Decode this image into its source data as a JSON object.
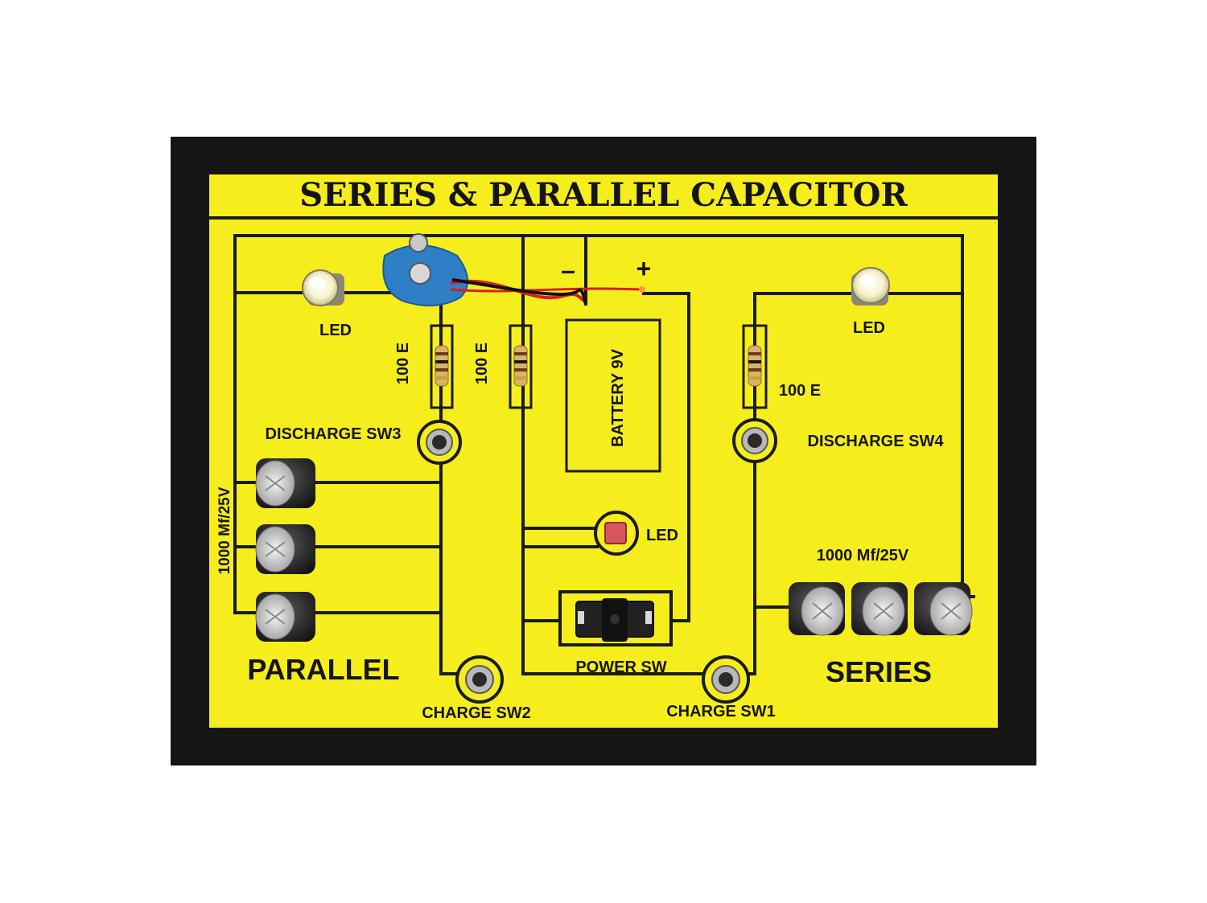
{
  "title": "SERIES & PARALLEL CAPACITOR",
  "labels": {
    "led_left": "LED",
    "led_right": "LED",
    "led_center": "LED",
    "res_1": "100 E",
    "res_2": "100 E",
    "res_3": "100 E",
    "battery": "BATTERY 9V",
    "minus": "–",
    "plus": "+",
    "discharge_sw3": "DISCHARGE SW3",
    "discharge_sw4": "DISCHARGE SW4",
    "cap_left": "1000 Mf/25V",
    "cap_right": "1000 Mf/25V",
    "parallel": "PARALLEL",
    "series": "SERIES",
    "power_sw": "POWER SW",
    "charge_sw2": "CHARGE SW2",
    "charge_sw1": "CHARGE SW1"
  },
  "colors": {
    "board": "#f5ee1c",
    "frame": "#151515",
    "wire": "#1a1a1a",
    "battery_clip": "#2f7fc6",
    "led_center": "#d9565a"
  }
}
